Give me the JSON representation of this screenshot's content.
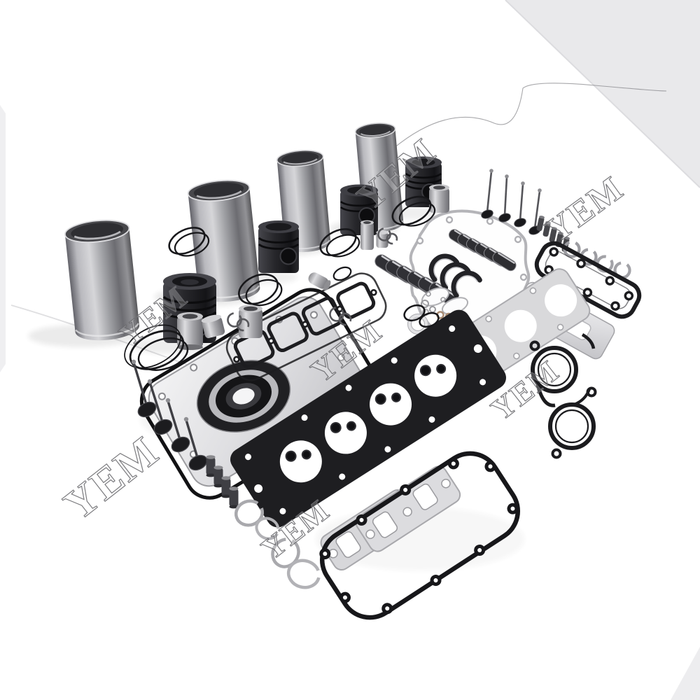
{
  "image": {
    "type": "product-photo",
    "subject": "Engine overhaul rebuild kit with cylinder liners, pistons, piston rings, pins, valves, valve guides, bearings, thrust washers and full gasket set laid out on a white surface",
    "background_color": "#ffffff"
  },
  "watermarks": [
    {
      "text": "YEM"
    },
    {
      "text": "YEM"
    },
    {
      "text": "YEM"
    },
    {
      "text": "YEM"
    },
    {
      "text": "YEM"
    },
    {
      "text": "YEM"
    },
    {
      "text": "YEM"
    }
  ],
  "colors": {
    "background": "#ffffff",
    "corner_shade": "#e9e9eb",
    "metal_light": "#d6d6d9",
    "metal_mid": "#9fa0a4",
    "metal_dark": "#5f5f63",
    "part_black": "#1b1b1e",
    "gasket_gray": "#b4b4b8",
    "silver_plate": "#dcdcde",
    "copper_washer": "#a98b72",
    "watermark_outline": "#6d6d71"
  },
  "parts": [
    {
      "name": "cylinder-liner",
      "count": 4
    },
    {
      "name": "piston",
      "count": 4
    },
    {
      "name": "piston-pin",
      "count": 5
    },
    {
      "name": "tappet-bucket",
      "count": 2
    },
    {
      "name": "piston-ring-set",
      "count": 5
    },
    {
      "name": "o-ring",
      "count": 5
    },
    {
      "name": "engine-valve",
      "count": 8
    },
    {
      "name": "valve-guide",
      "count": 9
    },
    {
      "name": "pin-circlip",
      "count": 10
    },
    {
      "name": "shim-ring",
      "count": 4
    },
    {
      "name": "bearing-shell",
      "count": 13
    },
    {
      "name": "thrust-washer",
      "count": 3
    },
    {
      "name": "timing-cover-gasket",
      "count": 1
    },
    {
      "name": "front-cover-gasket",
      "count": 1
    },
    {
      "name": "oil-pan-gasket",
      "count": 1
    },
    {
      "name": "rear-main-seal",
      "count": 1
    },
    {
      "name": "seal-housing-plate",
      "count": 1
    },
    {
      "name": "cylinder-head-gasket",
      "count": 1
    },
    {
      "name": "metal-head-plate-gasket",
      "count": 1
    },
    {
      "name": "two-ring-cover-gasket",
      "count": 1
    },
    {
      "name": "side-cover-gasket",
      "count": 1
    },
    {
      "name": "cooler-plate",
      "count": 1
    },
    {
      "name": "exhaust-manifold-gasket",
      "count": 2
    },
    {
      "name": "valve-cover-gasket",
      "count": 1
    },
    {
      "name": "port-gasket",
      "count": 2
    },
    {
      "name": "copper-washer",
      "count": 2
    },
    {
      "name": "white-seal-ring",
      "count": 1
    }
  ]
}
